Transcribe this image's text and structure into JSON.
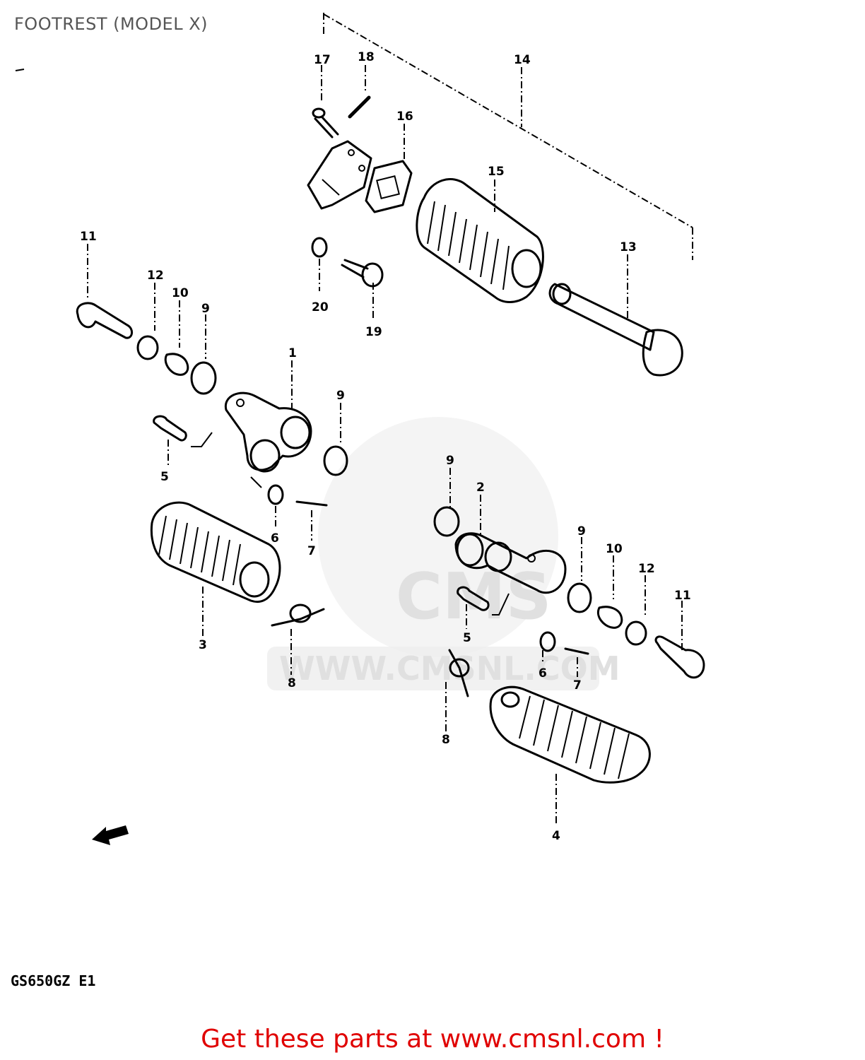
{
  "title": "FOOTREST (MODEL X)",
  "model_code": "GS650GZ E1",
  "watermark": "WWW.CMSNL.COM",
  "watermark_logo": "CMS",
  "footer_cta": "Get these parts at www.cmsnl.com !",
  "callouts": [
    "1",
    "2",
    "3",
    "4",
    "5",
    "5",
    "6",
    "6",
    "7",
    "7",
    "8",
    "8",
    "9",
    "9",
    "9",
    "9",
    "10",
    "10",
    "11",
    "11",
    "12",
    "12",
    "13",
    "14",
    "15",
    "16",
    "17",
    "18",
    "19",
    "20"
  ],
  "colors": {
    "cta": "#e00000",
    "title": "#555555",
    "ink": "#000000",
    "watermark": "#e0e0e0"
  }
}
